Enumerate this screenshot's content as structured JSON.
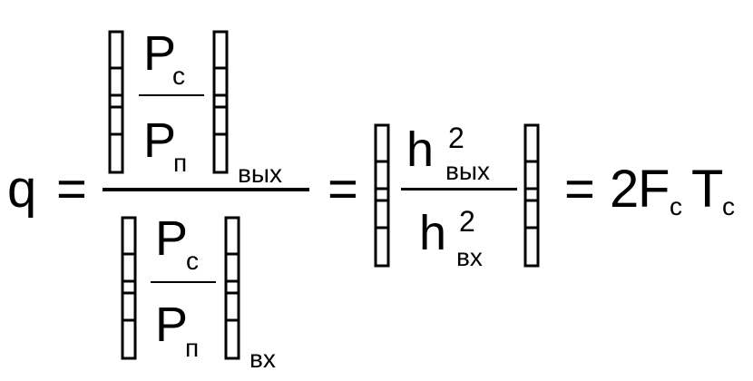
{
  "formula": {
    "q": "q",
    "eq1": "=",
    "eq2": "=",
    "eq3": "=",
    "numerator": {
      "top": {
        "P": "P",
        "sub": "с"
      },
      "bottom": {
        "P": "P",
        "sub": "п"
      },
      "outer_sub": "вых"
    },
    "denominator": {
      "top": {
        "P": "P",
        "sub": "с"
      },
      "bottom": {
        "P": "P",
        "sub": "п"
      },
      "outer_sub": "вх"
    },
    "middle": {
      "top": {
        "h": "h",
        "sup": "2",
        "sub": "вых"
      },
      "bottom": {
        "h": "h",
        "sup": "2",
        "sub": "вх"
      }
    },
    "result": {
      "two": "2",
      "F": "F",
      "F_sub": "с",
      "T": "T",
      "T_sub": "с"
    }
  }
}
